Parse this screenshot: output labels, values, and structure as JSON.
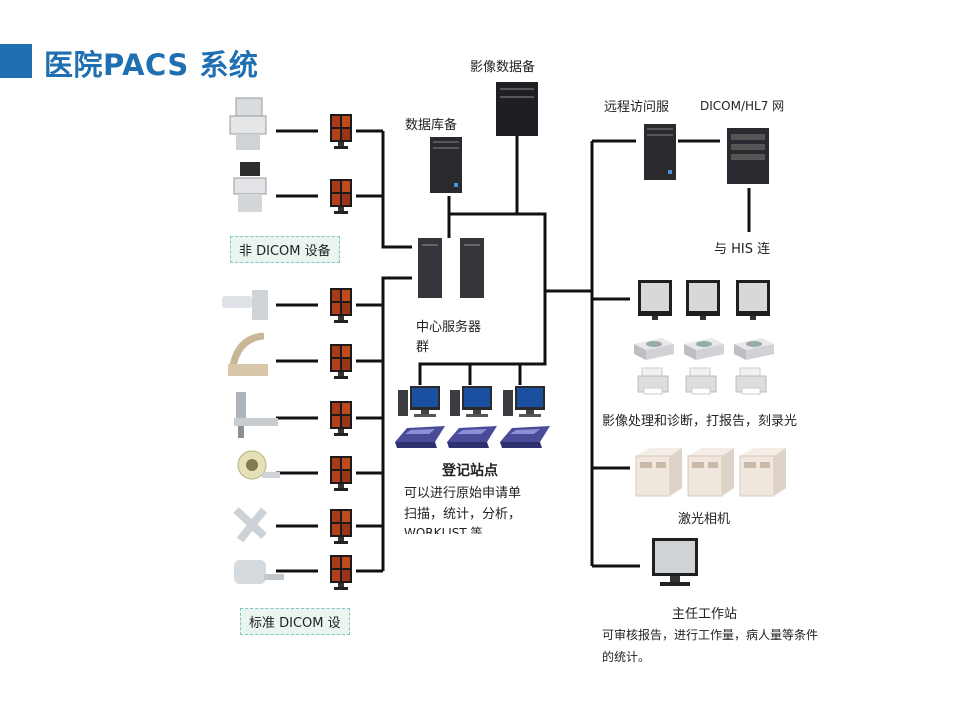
{
  "title": "医院PACS 系统",
  "labels": {
    "image_storage": "影像数据备",
    "db_backup": "数据库备",
    "remote_access": "远程访问服",
    "dicom_hl7": "DICOM/HL7 网",
    "his_link": "与 HIS 连",
    "central_servers_1": "中心服务器",
    "central_servers_2": "群",
    "registration_title": "登记站点",
    "registration_desc_1": "可以进行原始申请单",
    "registration_desc_2": "扫描，统计，分析，",
    "registration_desc_3": "WORKLIST 等。",
    "processing": "影像处理和诊断，打报告，刻录光",
    "laser_camera": "激光相机",
    "director_ws": "主任工作站",
    "director_desc_1": "可审核报告，进行工作量，病人量等条件",
    "director_desc_2": "的统计。"
  },
  "tags": {
    "non_dicom": "非 DICOM 设备",
    "standard_dicom": "标准 DICOM 设"
  },
  "colors": {
    "accent": "#1f6fb2",
    "line": "#111111",
    "tag_bg": "#eaf5f0",
    "tag_border": "#7fc5c7"
  }
}
